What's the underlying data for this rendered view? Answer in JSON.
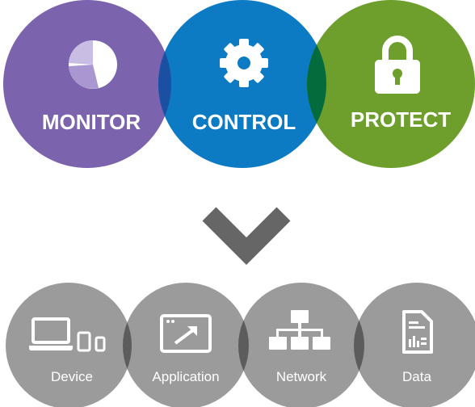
{
  "top_circles": [
    {
      "label": "MONITOR",
      "color": "#7b63ad",
      "icon": "pie-chart-icon"
    },
    {
      "label": "CONTROL",
      "color": "#0c7bc4",
      "icon": "gear-icon"
    },
    {
      "label": "PROTECT",
      "color": "#6e9f2d",
      "icon": "padlock-icon"
    }
  ],
  "overlap_colors": {
    "monitor_control": "#1a4fa1",
    "control_protect": "#046b3c"
  },
  "arrow": {
    "icon": "chevron-down-icon",
    "color": "#666666"
  },
  "bottom_circles": [
    {
      "label": "Device",
      "color": "#9b9b9b",
      "icon": "laptop-phone-icon"
    },
    {
      "label": "Application",
      "color": "#9b9b9b",
      "icon": "app-window-icon"
    },
    {
      "label": "Network",
      "color": "#9b9b9b",
      "icon": "network-icon"
    },
    {
      "label": "Data",
      "color": "#9b9b9b",
      "icon": "document-chart-icon"
    }
  ],
  "bottom_overlap_color": "#5c5c5c"
}
